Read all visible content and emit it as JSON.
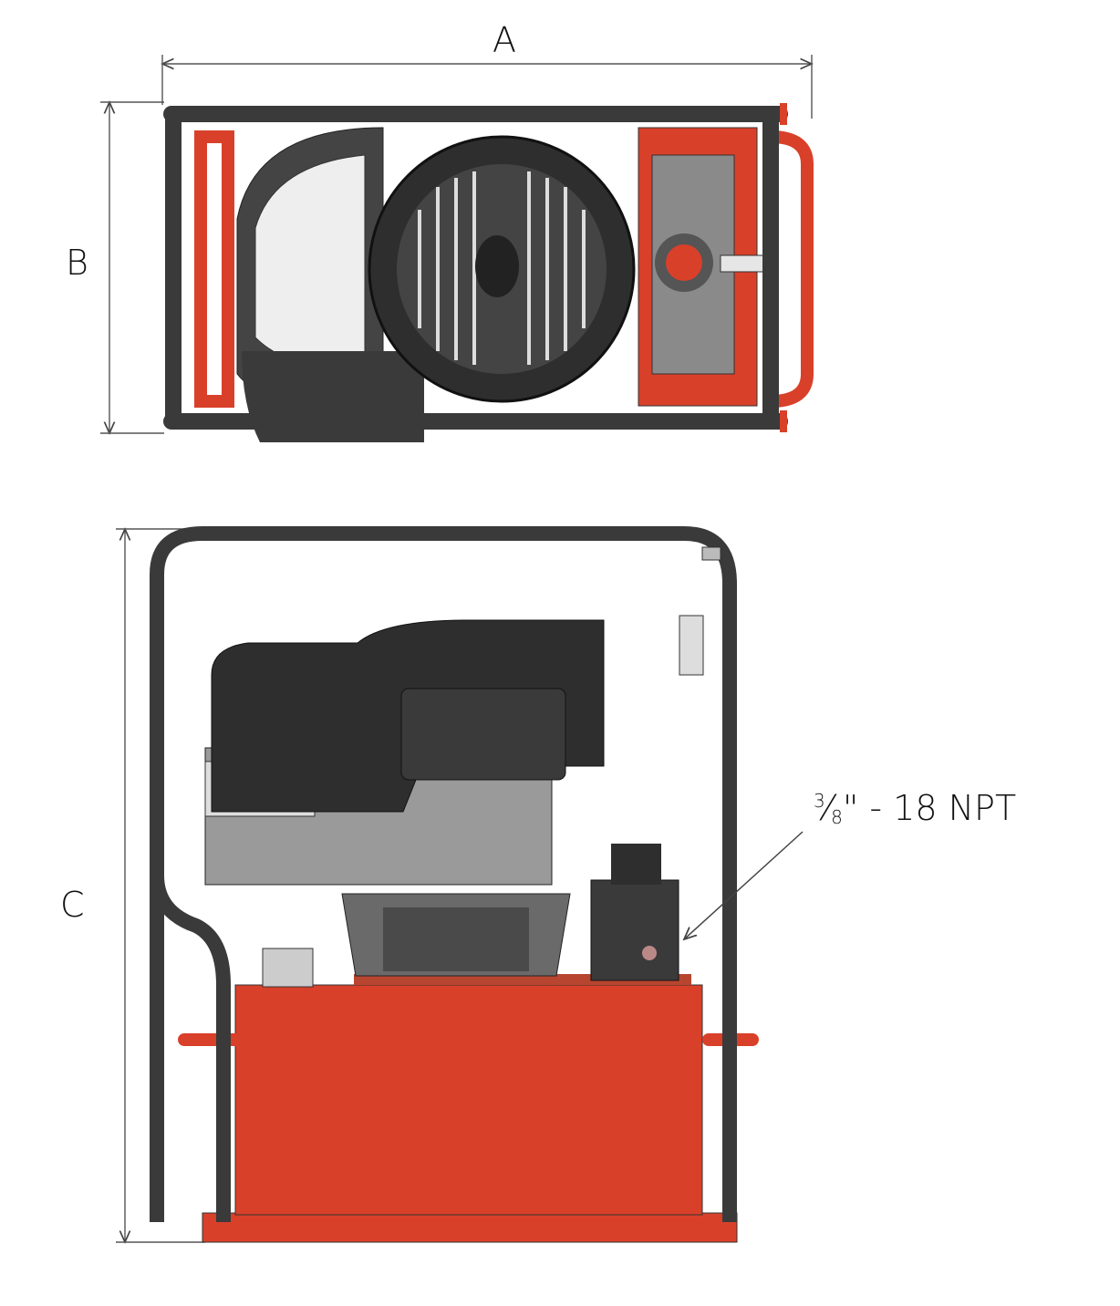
{
  "dimensions": {
    "a_label": "A",
    "b_label": "B",
    "c_label": "C"
  },
  "callout": {
    "numerator": "3",
    "slash": "⁄",
    "denominator": "8",
    "rest": "\" - 18 NPT"
  },
  "colors": {
    "frame": "#3a3a3a",
    "tank_red": "#d9402a",
    "engine": "#2e2e2e",
    "line": "#555555"
  }
}
